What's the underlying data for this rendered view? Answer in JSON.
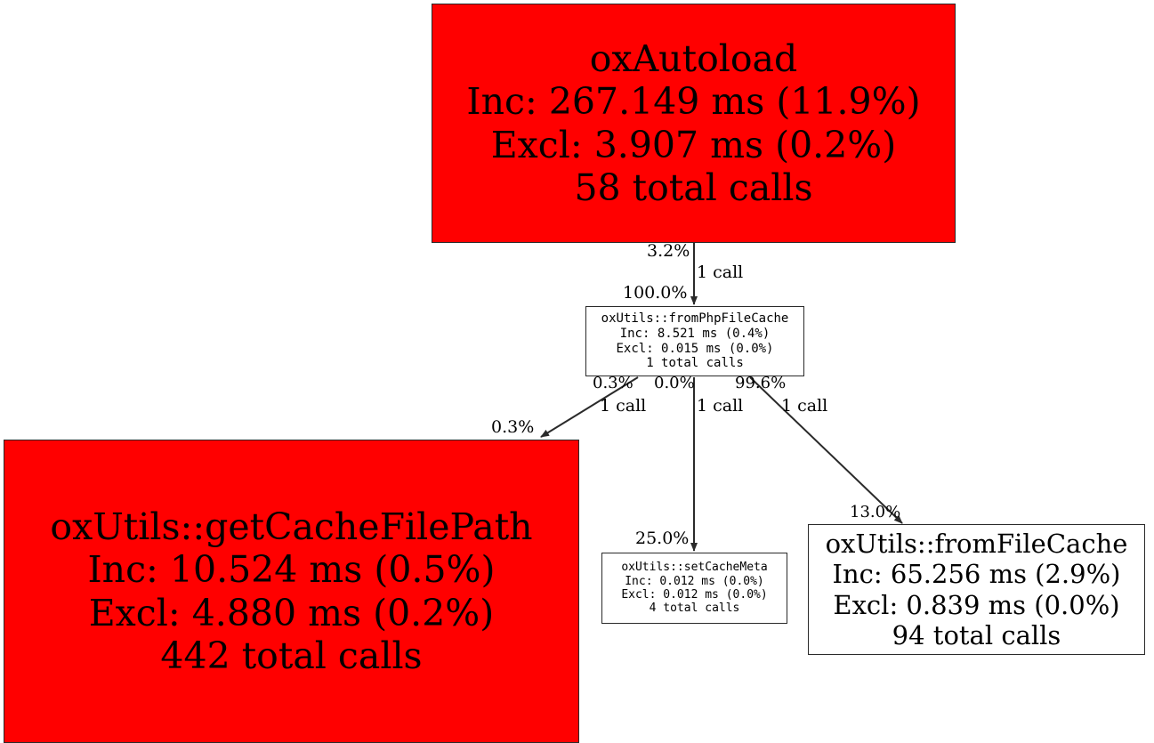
{
  "graph": {
    "type": "call-graph",
    "background": "#ffffff",
    "highlight_color": "#ff0000",
    "plain_color": "#ffffff",
    "border_color": "#2a2a2a",
    "nodes": [
      {
        "id": "oxAutoload",
        "name": "oxAutoload",
        "inclusive": "Inc: 267.149 ms (11.9%)",
        "exclusive": "Excl: 3.907 ms (0.2%)",
        "calls": "58 total calls",
        "inclusive_ms": 267.149,
        "inclusive_pct": 11.9,
        "exclusive_ms": 3.907,
        "exclusive_pct": 0.2,
        "total_calls": 58,
        "color": "#ff0000"
      },
      {
        "id": "oxUtils::fromPhpFileCache",
        "name": "oxUtils::fromPhpFileCache",
        "inclusive": "Inc: 8.521 ms (0.4%)",
        "exclusive": "Excl: 0.015 ms (0.0%)",
        "calls": "1 total calls",
        "inclusive_ms": 8.521,
        "inclusive_pct": 0.4,
        "exclusive_ms": 0.015,
        "exclusive_pct": 0.0,
        "total_calls": 1,
        "color": "#ffffff"
      },
      {
        "id": "oxUtils::getCacheFilePath",
        "name": "oxUtils::getCacheFilePath",
        "inclusive": "Inc: 10.524 ms (0.5%)",
        "exclusive": "Excl: 4.880 ms (0.2%)",
        "calls": "442 total calls",
        "inclusive_ms": 10.524,
        "inclusive_pct": 0.5,
        "exclusive_ms": 4.88,
        "exclusive_pct": 0.2,
        "total_calls": 442,
        "color": "#ff0000"
      },
      {
        "id": "oxUtils::setCacheMeta",
        "name": "oxUtils::setCacheMeta",
        "inclusive": "Inc: 0.012 ms (0.0%)",
        "exclusive": "Excl: 0.012 ms (0.0%)",
        "calls": "4 total calls",
        "inclusive_ms": 0.012,
        "inclusive_pct": 0.0,
        "exclusive_ms": 0.012,
        "exclusive_pct": 0.0,
        "total_calls": 4,
        "color": "#ffffff"
      },
      {
        "id": "oxUtils::fromFileCache",
        "name": "oxUtils::fromFileCache",
        "inclusive": "Inc: 65.256 ms (2.9%)",
        "exclusive": "Excl: 0.839 ms (0.0%)",
        "calls": "94 total calls",
        "inclusive_ms": 65.256,
        "inclusive_pct": 2.9,
        "exclusive_ms": 0.839,
        "exclusive_pct": 0.0,
        "total_calls": 94,
        "color": "#ffffff"
      }
    ],
    "edges": [
      {
        "from": "oxAutoload",
        "to": "oxUtils::fromPhpFileCache",
        "tail_pct": "3.2%",
        "calls": "1 call",
        "head_pct": "100.0%"
      },
      {
        "from": "oxUtils::fromPhpFileCache",
        "to": "oxUtils::getCacheFilePath",
        "tail_pct": "0.3%",
        "calls": "1 call",
        "head_pct": "0.3%"
      },
      {
        "from": "oxUtils::fromPhpFileCache",
        "to": "oxUtils::setCacheMeta",
        "tail_pct": "0.0%",
        "calls": "1 call",
        "head_pct": "25.0%"
      },
      {
        "from": "oxUtils::fromPhpFileCache",
        "to": "oxUtils::fromFileCache",
        "tail_pct": "99.6%",
        "calls": "1 call",
        "head_pct": "13.0%"
      }
    ]
  }
}
